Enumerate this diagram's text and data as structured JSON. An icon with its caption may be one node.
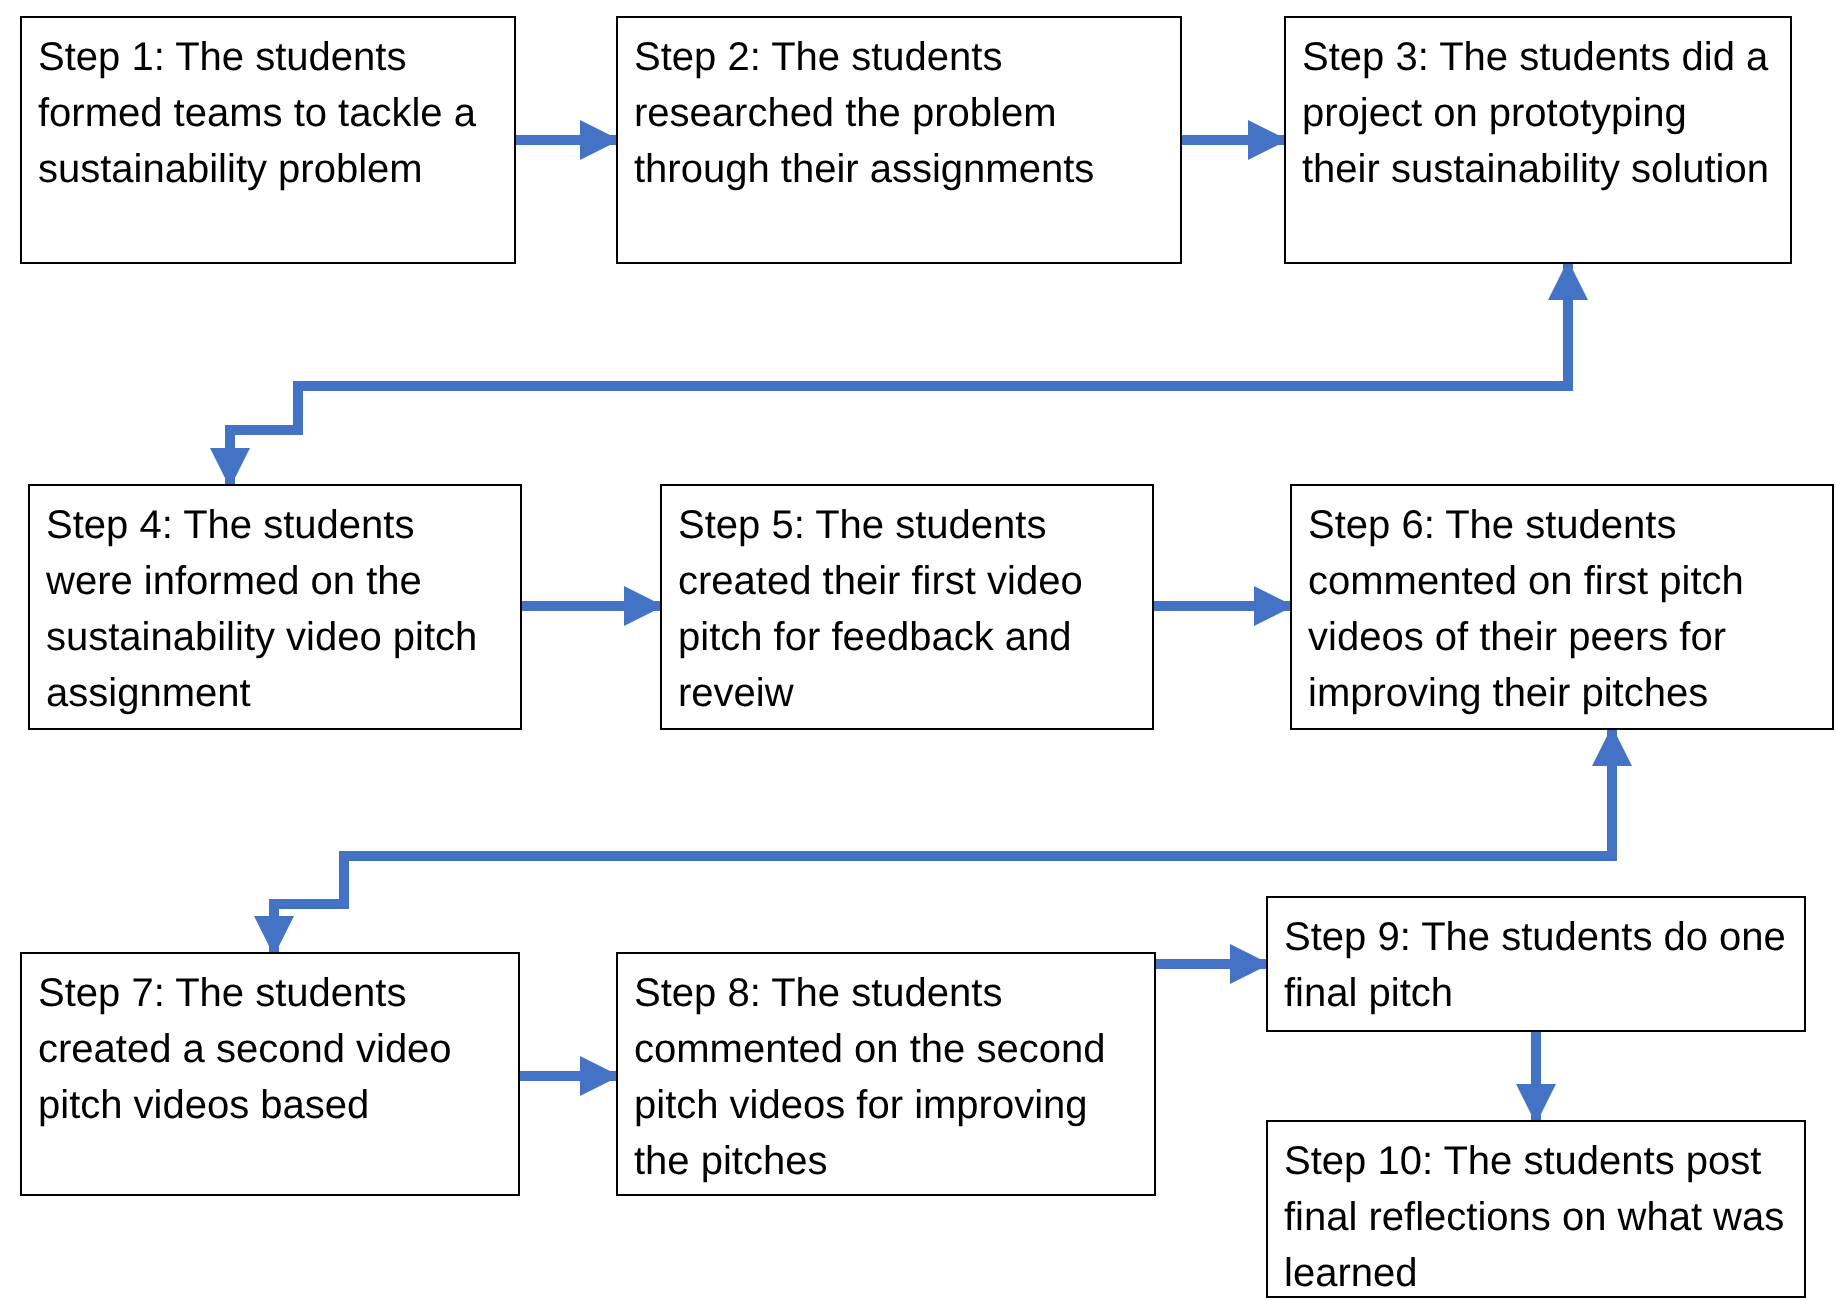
{
  "diagram": {
    "nodes": [
      {
        "text": [
          "Step 1: The students formed teams to tackle a sustainability problem"
        ]
      },
      {
        "text": [
          "Step 2: The students researched the problem through their assignments"
        ]
      },
      {
        "text": [
          "Step 3: The students did a project on prototyping their sustainability solution"
        ]
      },
      {
        "text": [
          "Step 4: The students were informed on the sustainability video pitch assignment"
        ]
      },
      {
        "text": [
          "Step 5: The students created their first video pitch for feedback and reveiw"
        ]
      },
      {
        "text": [
          "Step 6: The students commented on first pitch videos of their peers for improving their pitches"
        ]
      },
      {
        "text": [
          "Step 7: The students created a second video pitch videos based"
        ]
      },
      {
        "text": [
          "Step 8: The students commented on the second pitch videos for improving the pitches"
        ]
      },
      {
        "text": [
          "Step 9: The students do one final pitch"
        ]
      },
      {
        "text": [
          "Step 10: The students post final reflections on what was learned"
        ]
      }
    ],
    "edges": [
      {
        "from": 0,
        "to": 1,
        "arrow": "to"
      },
      {
        "from": 1,
        "to": 2,
        "arrow": "to"
      },
      {
        "from": 2,
        "to": 3,
        "arrow": "both"
      },
      {
        "from": 3,
        "to": 4,
        "arrow": "to"
      },
      {
        "from": 4,
        "to": 5,
        "arrow": "to"
      },
      {
        "from": 5,
        "to": 6,
        "arrow": "both"
      },
      {
        "from": 6,
        "to": 7,
        "arrow": "to"
      },
      {
        "from": 7,
        "to": 8,
        "arrow": "to"
      },
      {
        "from": 8,
        "to": 9,
        "arrow": "to"
      }
    ]
  }
}
